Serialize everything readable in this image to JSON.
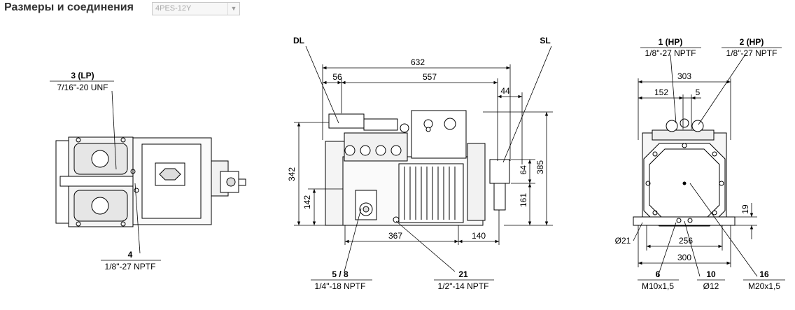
{
  "header": {
    "title": "Размеры и соединения",
    "model_select": {
      "value": "4PES-12Y"
    }
  },
  "callouts": {
    "c3": {
      "id": "3 (LP)",
      "spec": "7/16\"-20 UNF"
    },
    "c4": {
      "id": "4",
      "spec": "1/8\"-27 NPTF"
    },
    "c58": {
      "id": "5 / 8",
      "spec": "1/4\"-18 NPTF"
    },
    "c21": {
      "id": "21",
      "spec": "1/2\"-14 NPTF"
    },
    "c1": {
      "id": "1 (HP)",
      "spec": "1/8\"-27 NPTF"
    },
    "c2": {
      "id": "2 (HP)",
      "spec": "1/8\"-27 NPTF"
    },
    "c6": {
      "id": "6",
      "spec": "M10x1,5"
    },
    "c10": {
      "id": "10",
      "spec": "Ø12"
    },
    "c16": {
      "id": "16",
      "spec": "M20x1,5"
    },
    "dl": "DL",
    "sl": "SL"
  },
  "dims": {
    "d632": "632",
    "d56": "56",
    "d557": "557",
    "d44": "44",
    "d342": "342",
    "d142": "142",
    "d64": "64",
    "d385": "385",
    "d161": "161",
    "d367": "367",
    "d140": "140",
    "d303": "303",
    "d152": "152",
    "d5": "5",
    "d19": "19",
    "d21": "Ø21",
    "d256": "256",
    "d300": "300"
  }
}
